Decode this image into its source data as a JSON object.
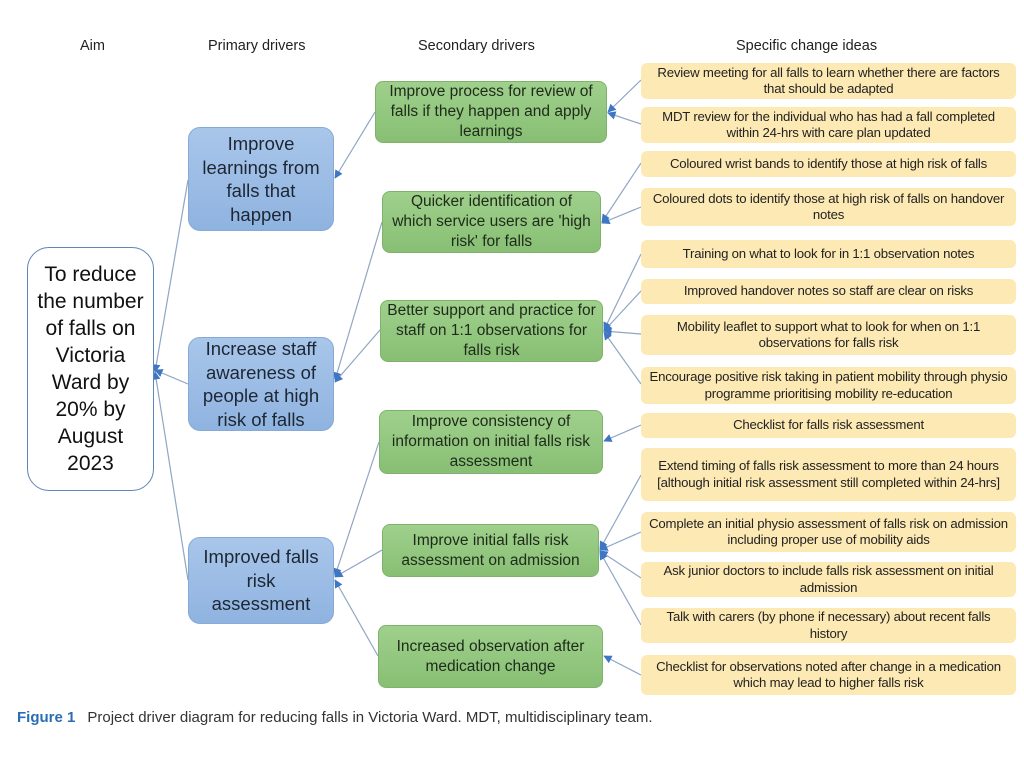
{
  "headers": {
    "aim": "Aim",
    "primary": "Primary drivers",
    "secondary": "Secondary drivers",
    "ideas": "Specific change ideas"
  },
  "aim": "To reduce the number of falls on Victoria Ward by 20% by August 2023",
  "primary_drivers": [
    "Improve learnings from falls that happen",
    "Increase staff awareness of people at high risk of falls",
    "Improved falls risk assessment"
  ],
  "secondary_drivers": [
    "Improve process for review of falls if they happen and apply learnings",
    "Quicker identification of which service users are 'high risk' for falls",
    "Better support and practice for staff on 1:1 observations for falls risk",
    "Improve consistency of information on initial falls risk assessment",
    "Improve initial falls risk assessment on admission",
    "Increased observation after medication change"
  ],
  "change_ideas": [
    "Review meeting for all falls to learn whether there are factors that should be adapted",
    "MDT review for the individual who has had a fall completed within 24-hrs with care plan updated",
    "Coloured wrist bands to identify those at high risk of falls",
    "Coloured dots to identify those at high risk of falls on handover notes",
    "Training on what to look for in 1:1 observation notes",
    "Improved handover notes so staff are clear on risks",
    "Mobility leaflet to support what to look for when on 1:1 observations for falls risk",
    "Encourage positive risk taking in patient mobility through physio programme prioritising mobility re-education",
    "Checklist for falls risk assessment",
    "Extend timing of falls risk assessment to more than 24 hours [although initial risk assessment still completed within 24-hrs]",
    "Complete an initial physio assessment of falls risk on admission including proper use of mobility aids",
    "Ask junior doctors to include falls risk assessment on initial admission",
    "Talk with carers (by phone if necessary) about recent falls history",
    "Checklist for observations noted after change in a medication which may lead to higher falls risk"
  ],
  "caption": {
    "label": "Figure 1",
    "text": "Project driver diagram for reducing falls in Victoria Ward. MDT, multidisciplinary team."
  },
  "colors": {
    "primary_fill": "#9dbde6",
    "secondary_fill": "#93c880",
    "idea_fill": "#fde9b4",
    "connector": "#8fa6c4",
    "arrowhead": "#3f76c4",
    "caption_label": "#2a6db4"
  }
}
